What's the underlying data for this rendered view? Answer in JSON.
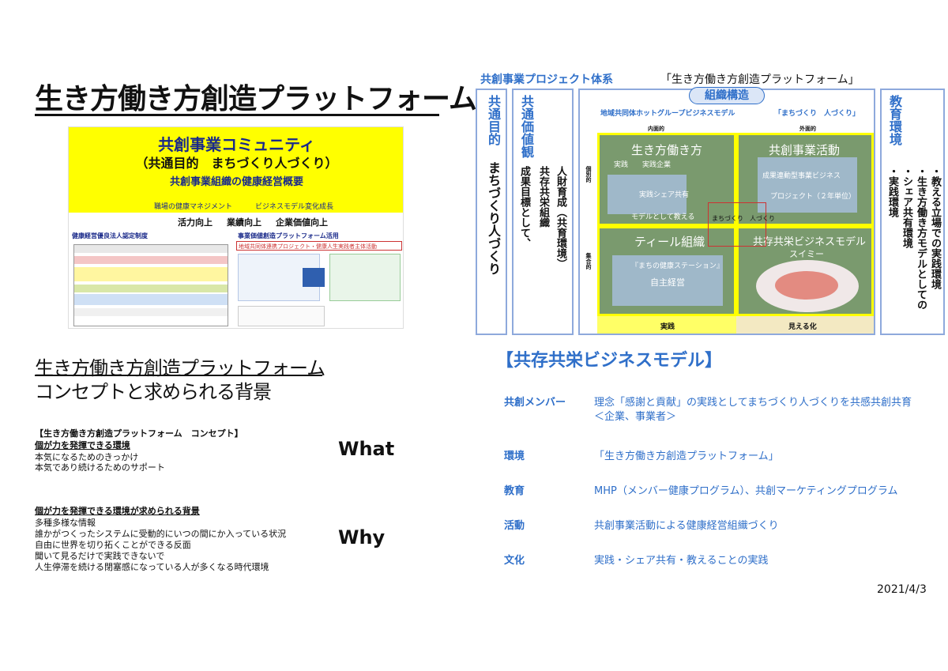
{
  "left": {
    "title": "生き方働き方創造プラットフォーム",
    "thumbnail": {
      "heading1": "共創事業コミュニティ",
      "heading2": "（共通目的　まちづくり人づくり）",
      "heading3": "共創事業組織の健康経営概要",
      "sub_left": "職場の健康マネジメント",
      "sub_right": "ビジネスモデル変化成長",
      "row1": "活力向上",
      "row2a": "業績向上",
      "row2b": "企業価値向上",
      "box_left_title": "健康経営優良法人認定制度",
      "box_right_title": "事業価値創造プラットフォーム活用",
      "box_right_sub": "地域共同体連携プロジェクト・健康人生実践者主体活動"
    },
    "section2_title_line1": "生き方働き方創造プラットフォーム",
    "section2_title_line2": "コンセプトと求められる背景",
    "concept": {
      "heading": "【生き方働き方創造プラットフォーム　コンセプト】",
      "subheading": "個が力を発揮できる環境",
      "lines": [
        "本気になるためのきっかけ",
        "本気であり続けるためのサポート"
      ],
      "label": "What"
    },
    "background": {
      "subheading": "個が力を発揮できる環境が求められる背景",
      "lines": [
        "多種多様な情報",
        "誰かがつくったシステムに受動的にいつの間にか入っている状況",
        "自由に世界を切り拓くことができる反面",
        "聞いて見るだけで実践できないで",
        "人生停滞を続ける閉塞感になっている人が多くなる時代環境"
      ],
      "label": "Why"
    }
  },
  "diagram": {
    "title_blue": "共創事業プロジェクト体系",
    "title_black": "「生き方働き方創造プラットフォーム」",
    "col1_top": "共通目的",
    "col1_bottom": "まちづくり人づくり",
    "col2_top": "共通価値観",
    "col2_text_a": "成果目標として、",
    "col2_text_b": "共存共栄組織",
    "col2_text_c": "人財育成（共育環境）",
    "center_pill": "組織構造",
    "center_subtitle": "地域共同体ホットグループビジネスモデル",
    "center_subtitle2": "「まちづくり　人づくり」",
    "header_inner": "内面的",
    "header_outer": "外面的",
    "row_individual": "個別的",
    "row_collective": "集合的",
    "q1": "生き方働き方",
    "q1_small": "実践　　実践企業",
    "q1_small2": "実践シェア共有",
    "q1_small3": "モデルとして教える",
    "q2": "共創事業活動",
    "q2_small": "成果連動型事業ビジネス",
    "q2_small2": "プロジェクト（２年単位）",
    "q3": "ティール組織",
    "q3_small": "『まちの健康ステーション』",
    "q3_small2": "自主経営",
    "q4": "共存共栄ビジネスモデル",
    "q4_small": "スイミー",
    "center_box": "まちづくり　人づくり",
    "footer_left": "実践",
    "footer_right": "見える化",
    "col_right_top": "教育環境",
    "col_right_lines": [
      "・実践環境",
      "・シェア共有環境",
      "・生き方働き方モデルとしての",
      "・教える立場での実践環境"
    ]
  },
  "business_model": {
    "title": "【共存共栄ビジネスモデル】",
    "rows": [
      {
        "key": "共創メンバー",
        "value": "理念「感謝と貢献」の実践としてまちづくり人づくりを共感共創共育",
        "value2": "＜企業、事業者＞"
      },
      {
        "key": "環境",
        "value": "「生き方働き方創造プラットフォーム」"
      },
      {
        "key": "教育",
        "value": "MHP（メンバー健康プログラム）、共創マーケティングプログラム"
      },
      {
        "key": "活動",
        "value": "共創事業活動による健康経営組織づくり"
      },
      {
        "key": "文化",
        "value": "実践・シェア共有・教えることの実践"
      }
    ]
  },
  "date": "2021/4/3",
  "colors": {
    "accent_blue": "#2f6fc9",
    "highlight_yellow": "#ffff00",
    "quad_green": "#7a9a6e"
  }
}
